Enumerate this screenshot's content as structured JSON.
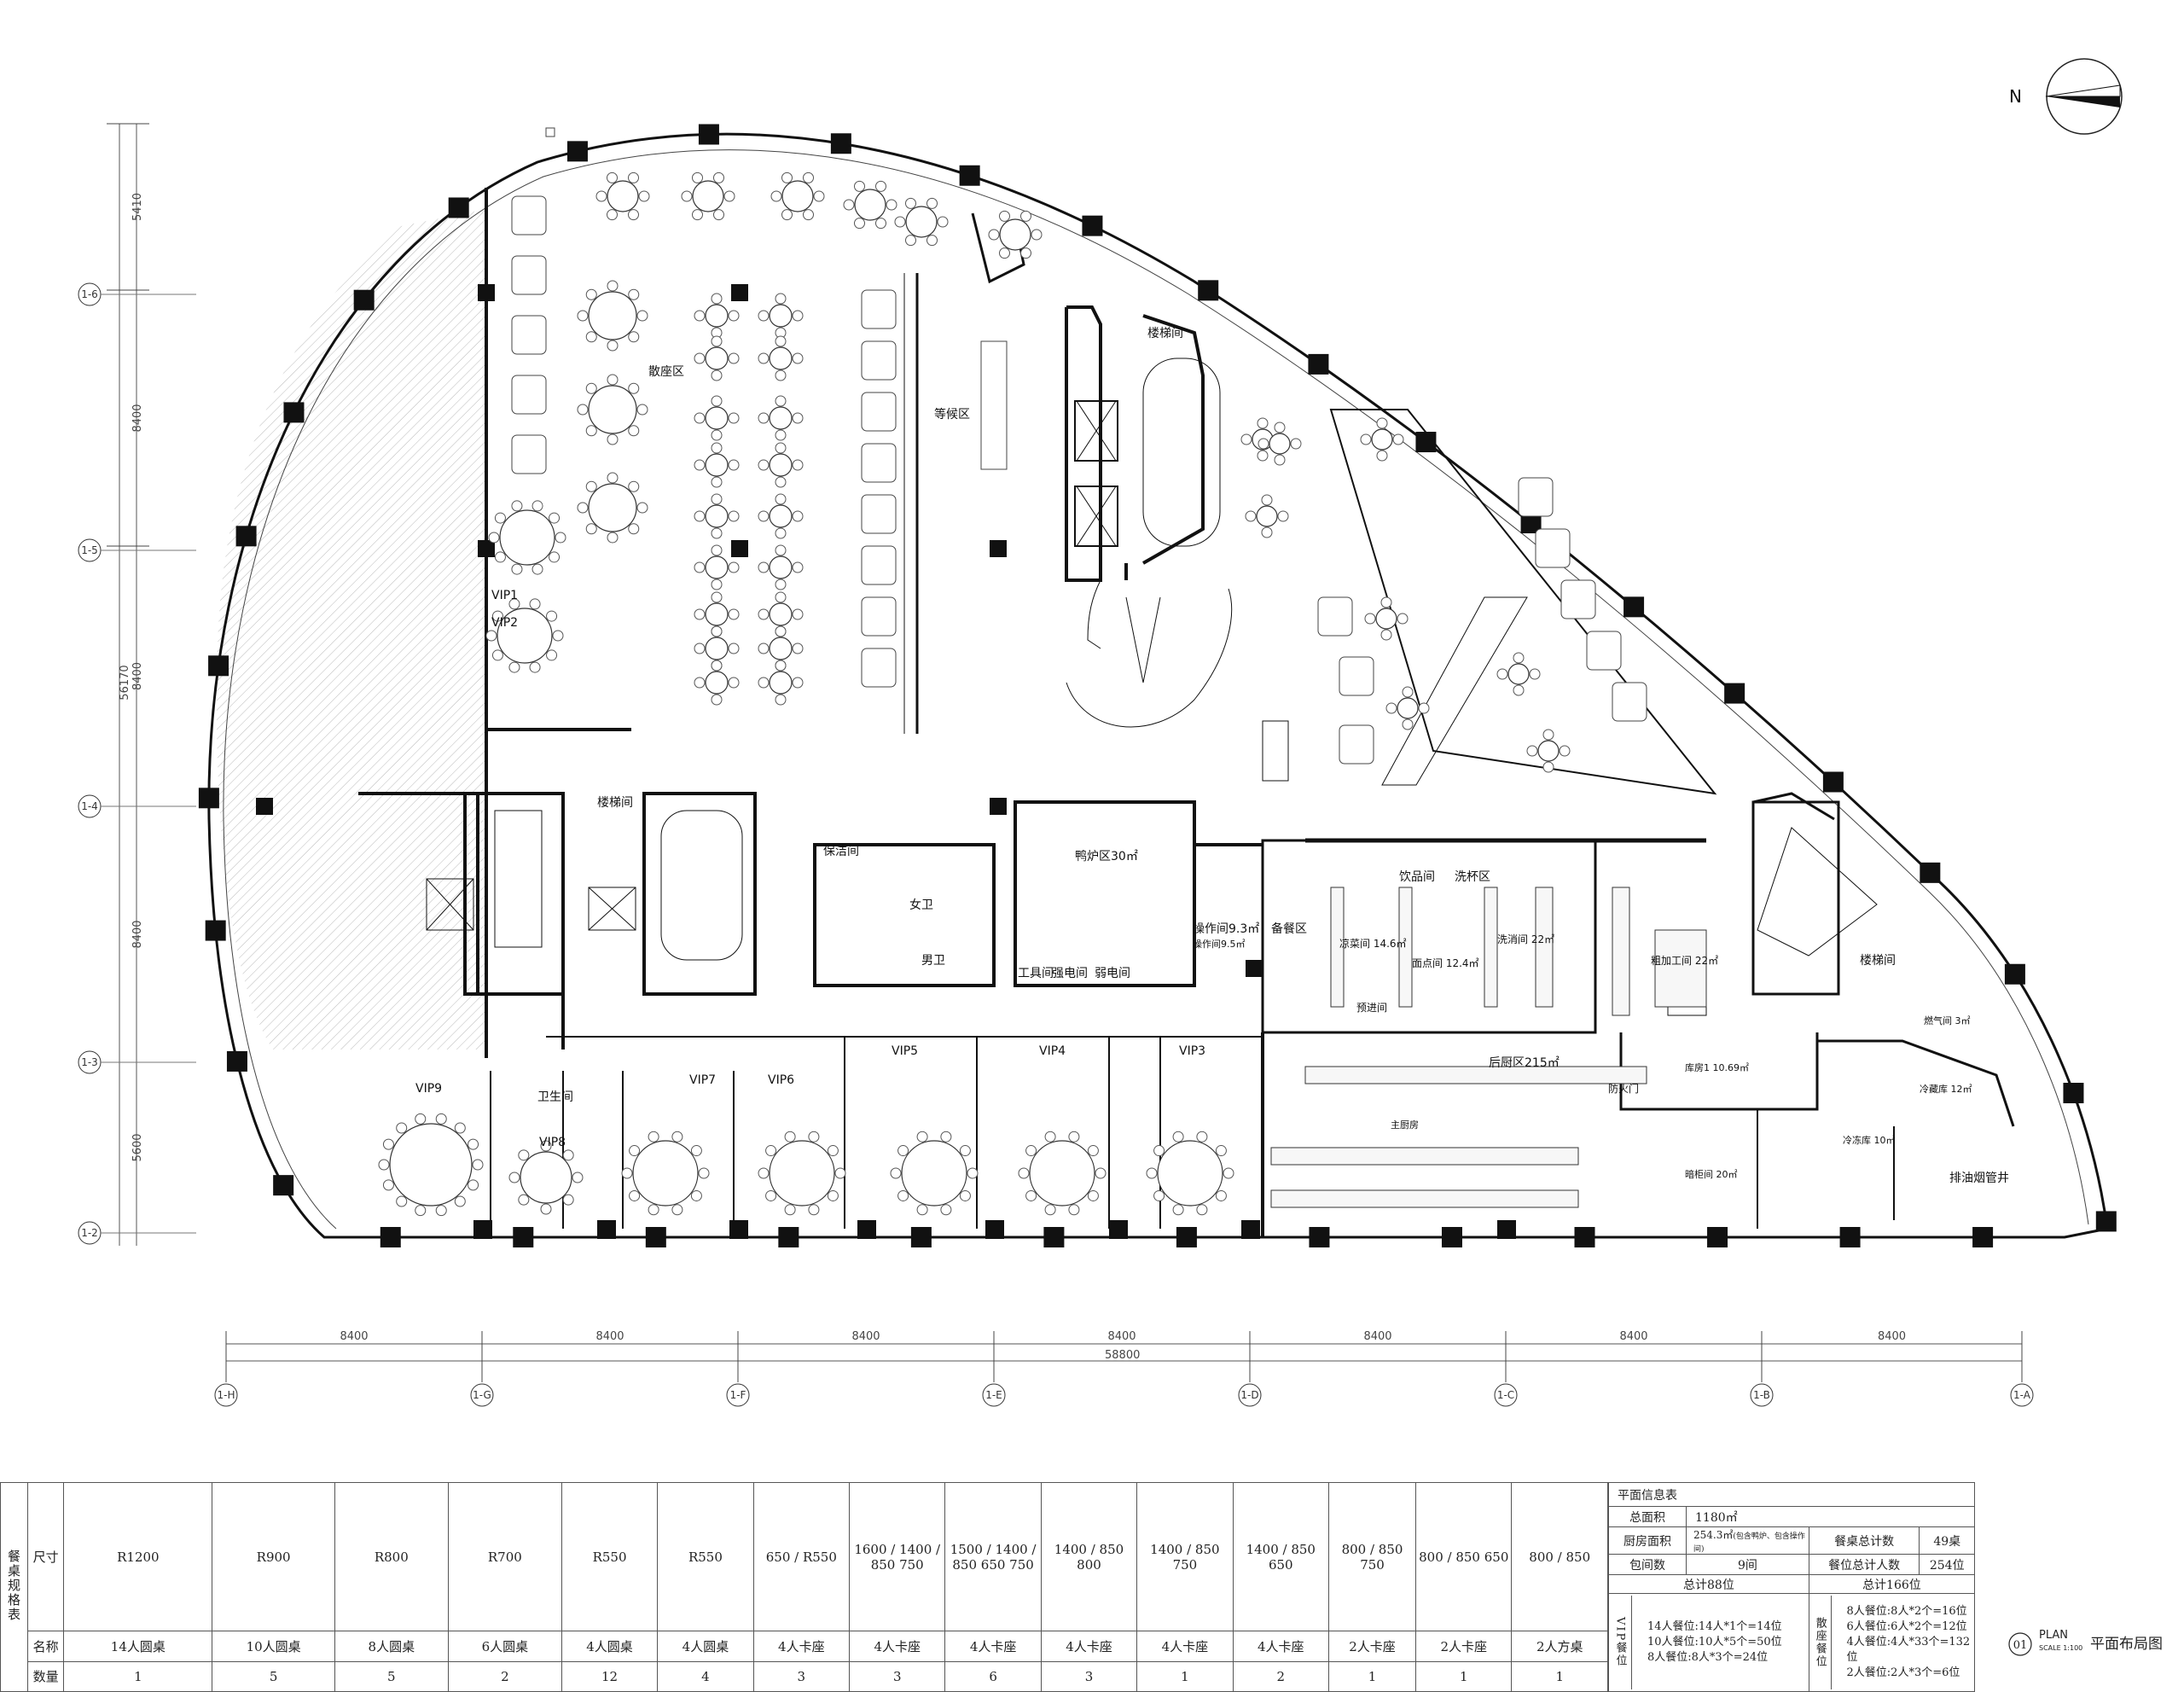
{
  "compass": {
    "label": "N"
  },
  "rooms": {
    "sanzuo": "散座区",
    "denghou": "等候区",
    "louti_top": "楼梯间",
    "louti_mid": "楼梯间",
    "louti_right": "楼梯间",
    "vip1": "VIP1",
    "vip2": "VIP2",
    "vip3": "VIP3",
    "vip4": "VIP4",
    "vip5": "VIP5",
    "vip6": "VIP6",
    "vip7": "VIP7",
    "vip8": "VIP8",
    "vip9": "VIP9",
    "weisheng": "卫生间",
    "baojie": "保洁间",
    "nvwei": "女卫",
    "nanwei": "男卫",
    "yalu": "鸭炉区30㎡",
    "caozuo": "操作间9.3㎡",
    "caozuo_sub": "操作间9.5㎡",
    "gongju": "工具间",
    "qiangdian": "强电间",
    "ruodian": "弱电间",
    "beican": "备餐区",
    "yinpin": "饮品间",
    "xibei": "洗杯区",
    "liangcai": "凉菜间\n14.6㎡",
    "mianshi": "面点间\n12.4㎡",
    "xixiao": "洗消间\n22㎡",
    "cujiagong": "粗加工间\n22㎡",
    "yujin": "预进间",
    "houchu": "后厨区215㎡",
    "zhuchufang": "主厨房",
    "fanghuo": "防火门",
    "kufang": "库房1\n10.69㎡",
    "ranqi": "燃气间\n3㎡",
    "lengcang": "冷藏库\n12㎡",
    "lengdong": "冷冻库\n10㎡",
    "xiaomu": "暗柜间\n20㎡",
    "paiyou": "排油烟管井"
  },
  "dimensions": {
    "top": [
      "8400",
      "8400",
      "8400",
      "8400",
      "8400",
      "8400",
      "8400"
    ],
    "total": "58800",
    "left": [
      "5410",
      "8400",
      "8400",
      "8400",
      "5600"
    ],
    "left_total": "56170"
  },
  "axes": {
    "bottom": [
      "1-H",
      "1-G",
      "1-F",
      "1-E",
      "1-D",
      "1-C",
      "1-B",
      "1-A"
    ],
    "left": [
      "1-6",
      "1-5",
      "1-4",
      "1-3",
      "1-2"
    ]
  },
  "spec_table": {
    "title": "餐桌规格表",
    "row_size": "尺寸",
    "row_name": "名称",
    "row_qty": "数量",
    "columns": [
      {
        "dim": "R1200",
        "name": "14人圆桌",
        "qty": "1"
      },
      {
        "dim": "R900",
        "name": "10人圆桌",
        "qty": "5"
      },
      {
        "dim": "R800",
        "name": "8人圆桌",
        "qty": "5"
      },
      {
        "dim": "R700",
        "name": "6人圆桌",
        "qty": "2"
      },
      {
        "dim": "R550",
        "name": "4人圆桌",
        "qty": "12"
      },
      {
        "dim": "R550",
        "name": "4人圆桌",
        "qty": "4"
      },
      {
        "dim": "650 / R550",
        "name": "4人卡座",
        "qty": "3"
      },
      {
        "dim": "1600 / 1400 / 850 750",
        "name": "4人卡座",
        "qty": "3"
      },
      {
        "dim": "1500 / 1400 / 850 650 750",
        "name": "4人卡座",
        "qty": "6"
      },
      {
        "dim": "1400 / 850 800",
        "name": "4人卡座",
        "qty": "3"
      },
      {
        "dim": "1400 / 850 750",
        "name": "4人卡座",
        "qty": "1"
      },
      {
        "dim": "1400 / 850 650",
        "name": "4人卡座",
        "qty": "2"
      },
      {
        "dim": "800 / 850 750",
        "name": "2人卡座",
        "qty": "1"
      },
      {
        "dim": "800 / 850 650",
        "name": "2人卡座",
        "qty": "1"
      },
      {
        "dim": "800 / 850",
        "name": "2人方桌",
        "qty": "1"
      }
    ]
  },
  "info_table": {
    "title": "平面信息表",
    "area_label": "总面积",
    "area_value": "1180㎡",
    "kitchen_label": "厨房面积",
    "kitchen_value": "254.3㎡",
    "kitchen_note": "(包含鸭炉、包含操作间)",
    "tables_label": "餐桌总计数",
    "tables_value": "49桌",
    "rooms_label": "包间数",
    "rooms_value": "9间",
    "seats_label": "餐位总计人数",
    "seats_value": "254位",
    "vip_total": "总计88位",
    "hall_total": "总计166位",
    "vip_label": "VIP餐位",
    "hall_label": "散座餐位",
    "vip_lines": [
      "14人餐位:14人*1个=14位",
      "10人餐位:10人*5个=50位",
      "8人餐位:8人*3个=24位"
    ],
    "hall_lines": [
      "8人餐位:8人*2个=16位",
      "6人餐位:6人*2个=12位",
      "4人餐位:4人*33个=132位",
      "2人餐位:2人*3个=6位"
    ]
  },
  "drawing_title": {
    "number": "01",
    "plan": "PLAN",
    "scale": "SCALE 1:100",
    "name": "平面布局图"
  }
}
